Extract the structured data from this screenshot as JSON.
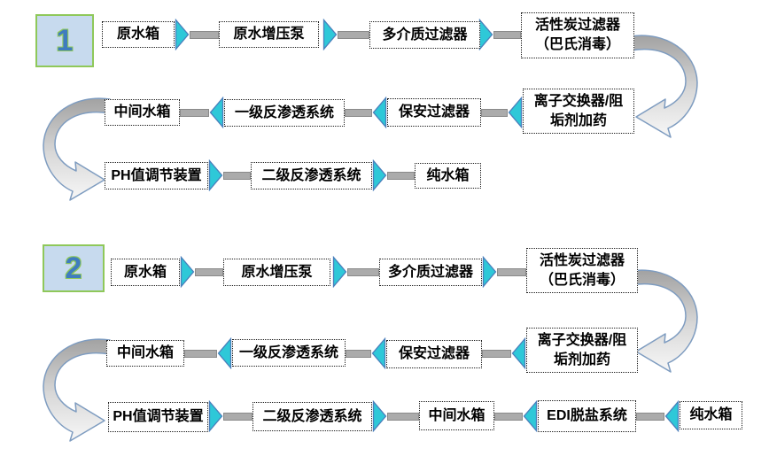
{
  "flows": [
    {
      "badge": "1",
      "row1": [
        "原水箱",
        "原水增压泵",
        "多介质过滤器",
        "活性炭过滤器\n（巴氏消毒）"
      ],
      "row2": [
        "中间水箱",
        "一级反渗透系统",
        "保安过滤器",
        "离子交换器/阻\n垢剂加药"
      ],
      "row3": [
        "PH值调节装置",
        "二级反渗透系统",
        "纯水箱"
      ]
    },
    {
      "badge": "2",
      "row1": [
        "原水箱",
        "原水增压泵",
        "多介质过滤器",
        "活性炭过滤器\n（巴氏消毒）"
      ],
      "row2": [
        "中间水箱",
        "一级反渗透系统",
        "保安过滤器",
        "离子交换器/阻\n垢剂加药"
      ],
      "row3": [
        "PH值调节装置",
        "二级反渗透系统",
        "中间水箱",
        "EDI脱盐系统",
        "纯水箱"
      ]
    }
  ],
  "colors": {
    "triangle_fill": "#2EC8D8",
    "triangle_stroke": "#4A7EBB",
    "pipe_fill": "#ABABAB",
    "badge_fill": "#C7DAEE",
    "badge_border": "#8FC85A",
    "badge_number": "#3F7CBF",
    "curve_stroke": "#7E9CC0",
    "box_border": "#1A1A1A"
  }
}
